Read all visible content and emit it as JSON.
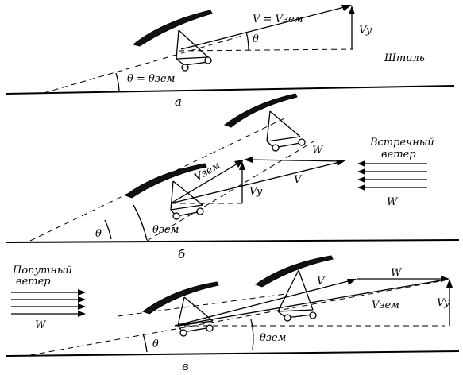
{
  "panel_a": {
    "caption": "а",
    "velocity": "V = Vзем",
    "vy": "Vy",
    "theta": "θ",
    "theta_eq": "θ = θзем",
    "condition": "Штиль"
  },
  "panel_b": {
    "caption": "б",
    "vzem": "Vзем",
    "v": "V",
    "vy": "Vy",
    "w_vec": "W",
    "w_arrows": "W",
    "wind_line1": "Встречный",
    "wind_line2": "ветер",
    "theta": "θ",
    "theta_zem": "θзем"
  },
  "panel_c": {
    "caption": "в",
    "v": "V",
    "w_vec": "W",
    "vzem": "Vзем",
    "vy": "Vy",
    "w_arrows": "W",
    "wind_line1": "Попутный",
    "wind_line2": "ветер",
    "theta": "θ",
    "theta_zem": "θзем"
  }
}
